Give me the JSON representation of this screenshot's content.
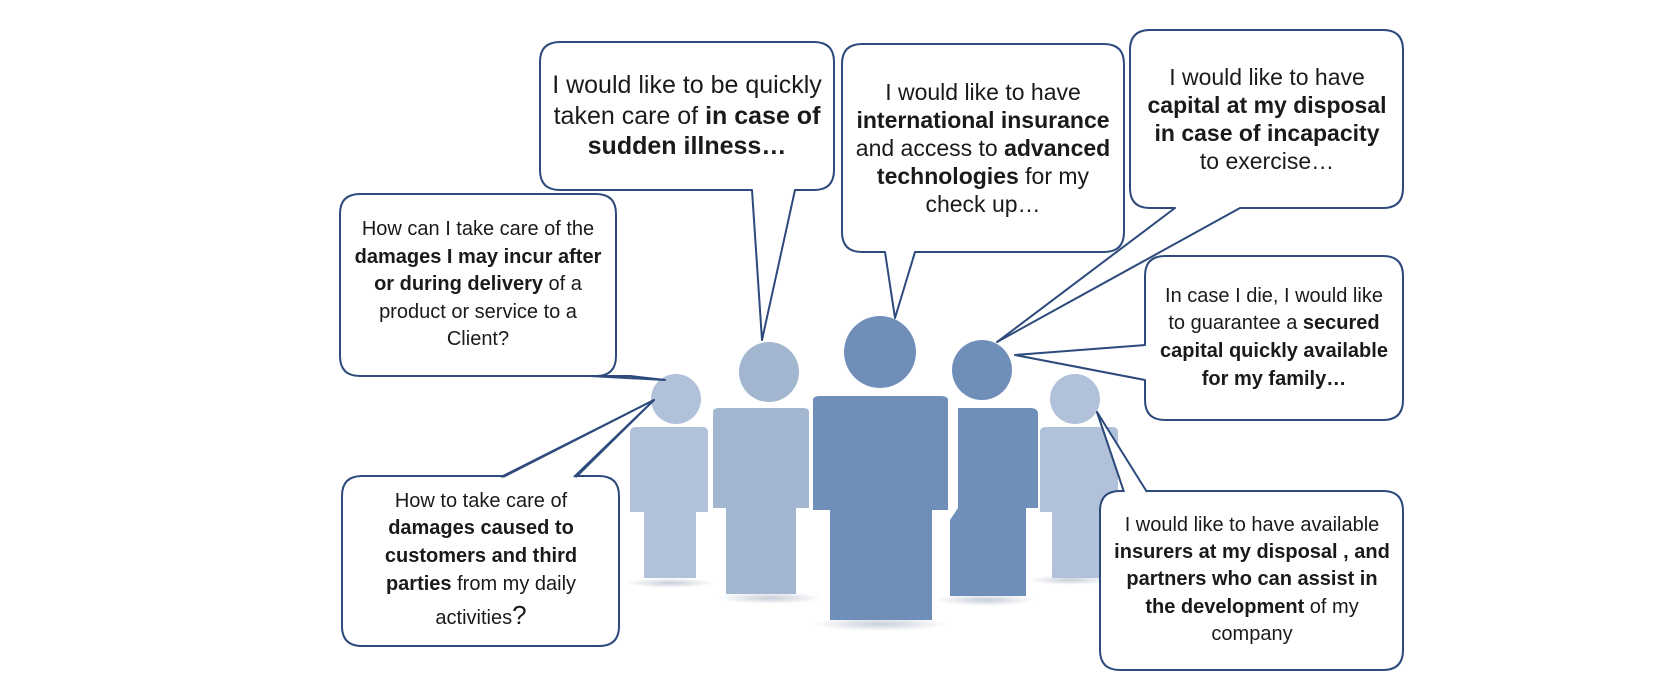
{
  "colors": {
    "bubble_border": "#2c4a7c",
    "person_light": "#b0c1d9",
    "person_mid": "#a3b6d0",
    "person_dark": "#6f8fb9"
  },
  "people": [
    "person-far-left",
    "person-left",
    "person-center",
    "person-right",
    "person-far-right"
  ],
  "bubbles": {
    "sudden_illness": {
      "t1": "I would like to be quickly taken care of ",
      "b1": "in case of sudden illness…"
    },
    "international": {
      "t1": "I would like to have ",
      "b1": "international insurance",
      "t2": " and access to ",
      "b2": "advanced technologies",
      "t3": "  for my check up…"
    },
    "incapacity": {
      "t1": "I would like to have ",
      "b1": "capital at my disposal in case of incapacity",
      "t2": " to exercise…"
    },
    "damages_delivery": {
      "t1": "How can I take care of the ",
      "b1": "damages I may incur after or during delivery",
      "t2": " of a product or service to a Client?"
    },
    "death_capital": {
      "t1": "In case I die, I would like to guarantee a ",
      "b1": "secured capital quickly available for my family…"
    },
    "third_parties": {
      "t1": "How to take care of ",
      "b1": "damages caused to customers and third parties",
      "t2": " from my daily activities",
      "t3": "?"
    },
    "insurers_partners": {
      "t1": "I would like to have available   ",
      "b1": "insurers at my disposal , and partners who can assist in the development",
      "t2": " of my company"
    }
  }
}
